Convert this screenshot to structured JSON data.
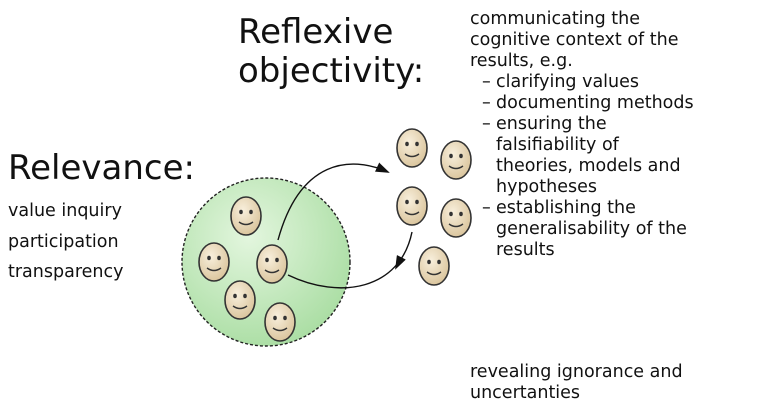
{
  "reflexive": {
    "title_line1": "Reflexive",
    "title_line2": "objectivity:"
  },
  "relevance": {
    "title": "Relevance:",
    "items": [
      "value inquiry",
      "participation",
      "transparency"
    ]
  },
  "right_panel": {
    "intro_line1": "communicating the",
    "intro_line2": "cognitive context of the",
    "intro_line3": "results, e.g.",
    "dash": "–",
    "bullets": [
      "clarifying values",
      "documenting methods",
      "ensuring the\nfalsifiability of\ntheories, models and\nhypotheses",
      "establishing the\ngeneralisability of the\nresults"
    ],
    "outro_line1": "revealing ignorance and",
    "outro_line2": "uncertanties"
  },
  "colors": {
    "circle_fill": "#c9ecc4",
    "face_fill": "#eedfc0",
    "face_stroke": "#333333"
  },
  "icons": {
    "face": "smiley-face-icon",
    "arrow": "curved-arrow-icon"
  }
}
